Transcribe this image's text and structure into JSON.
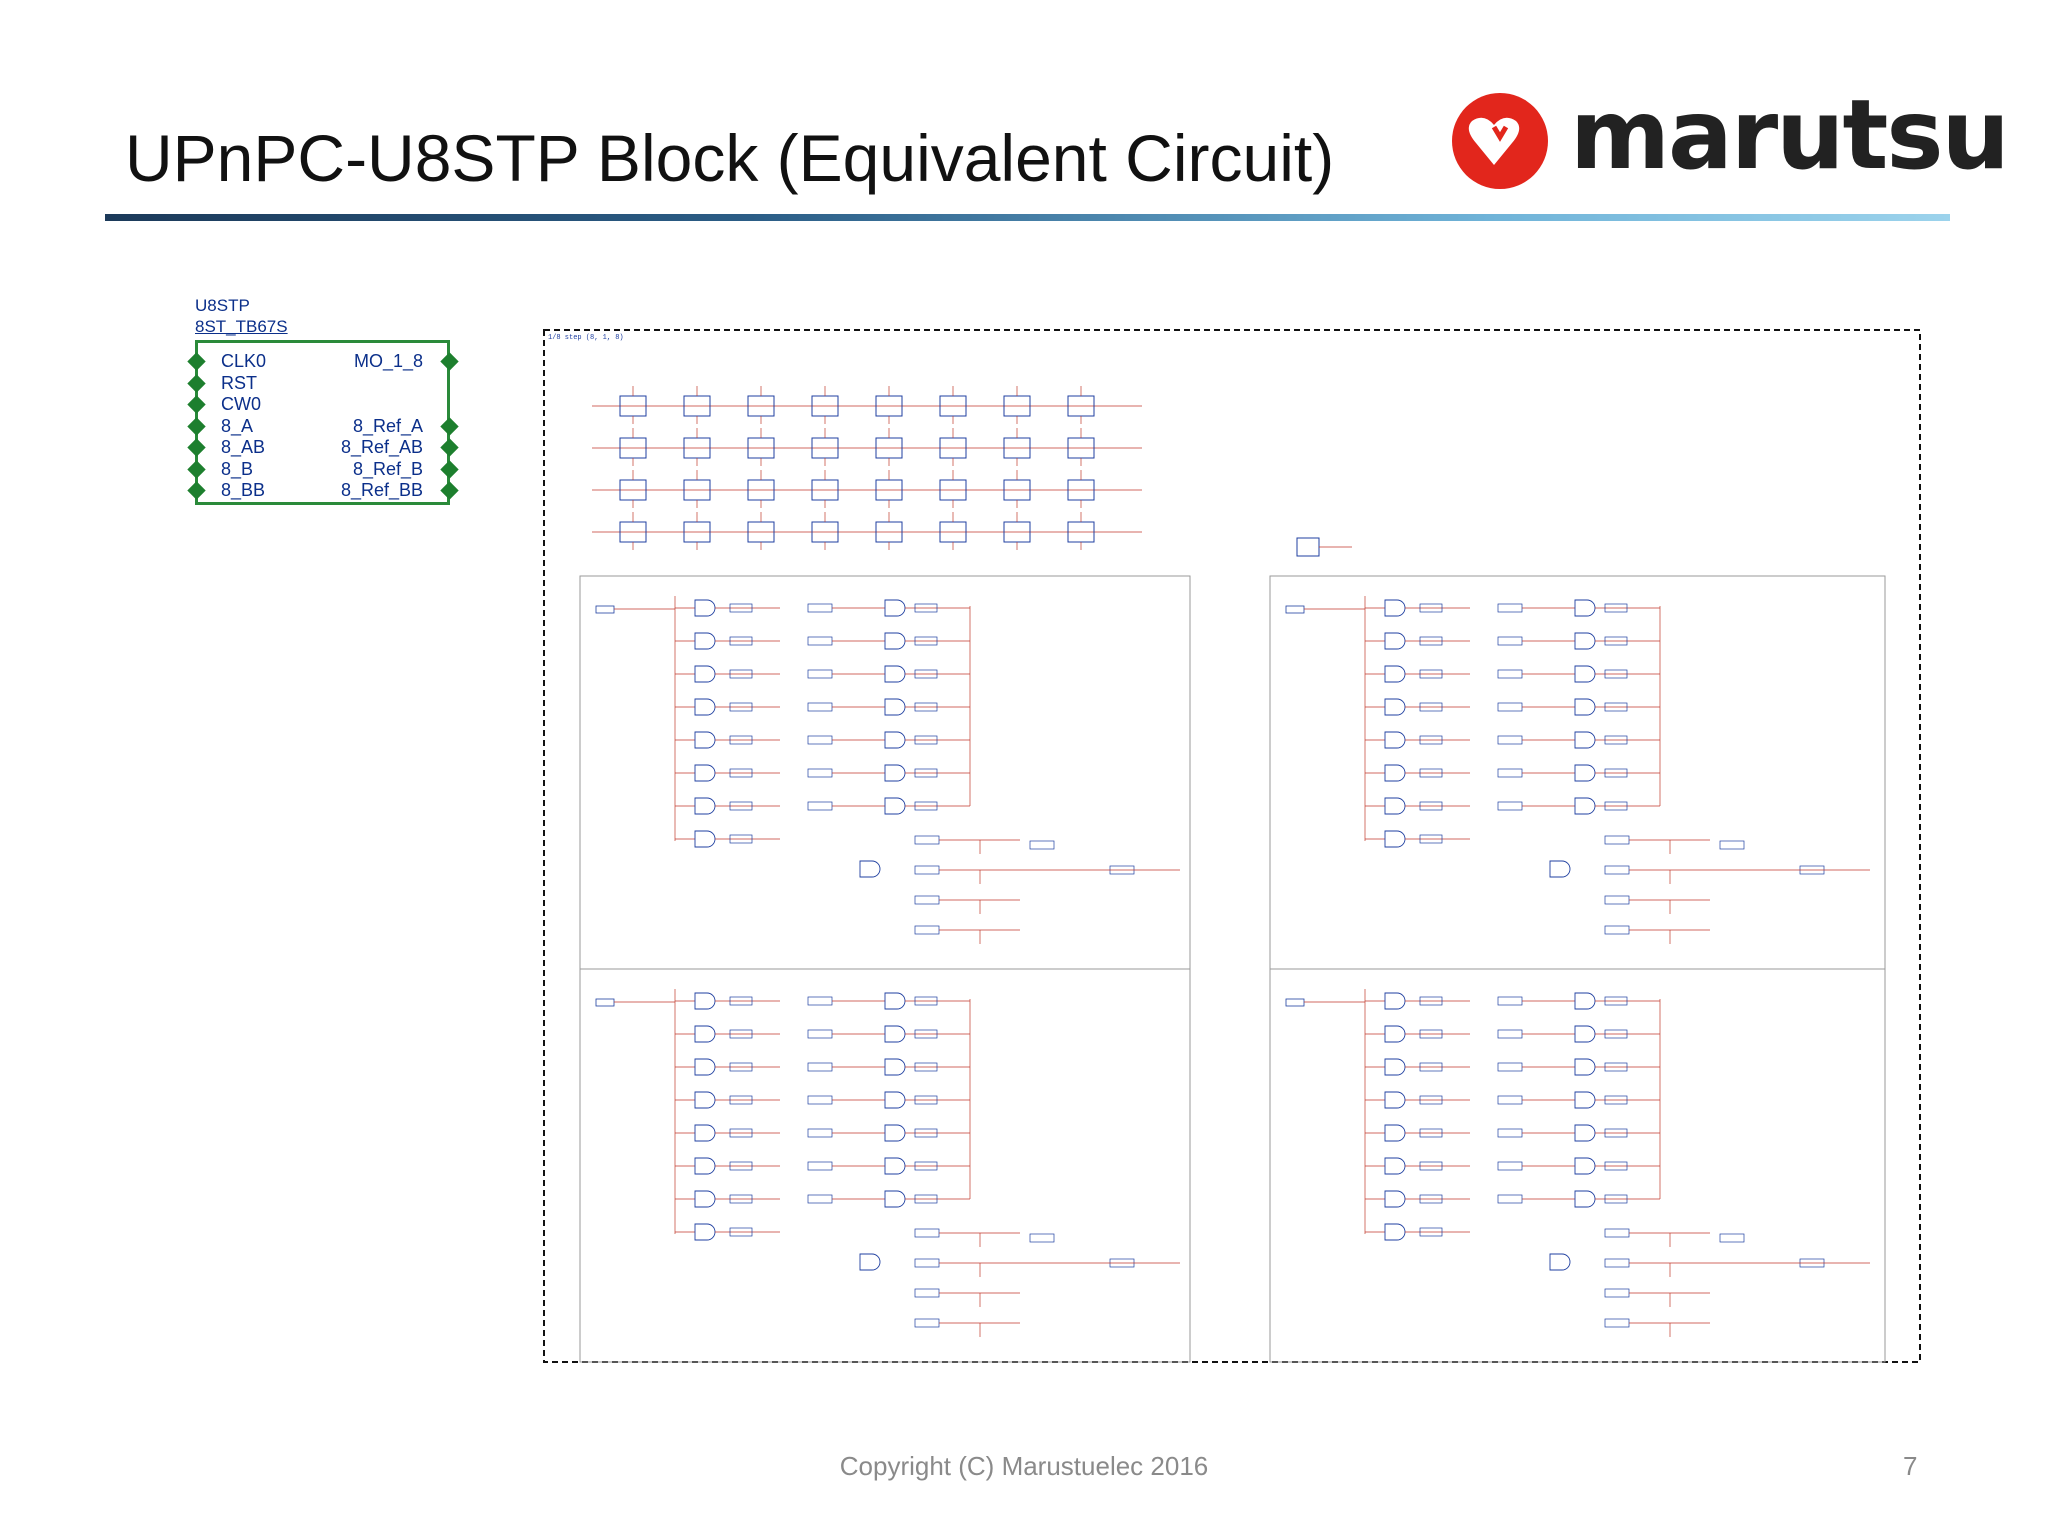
{
  "slide": {
    "title": "UPnPC-U8STP Block (Equivalent Circuit)",
    "logo_text": "marutsu",
    "footer": "Copyright (C) Marustuelec 2016",
    "page_number": "7"
  },
  "symbol": {
    "ref": "U8STP",
    "part": "8ST_TB67S",
    "left_pins": [
      "CLK0",
      "RST",
      "CW0",
      "8_A",
      "8_AB",
      "8_B",
      "8_BB"
    ],
    "right_pins": [
      "MO_1_8",
      "8_Ref_A",
      "8_Ref_AB",
      "8_Ref_B",
      "8_Ref_BB"
    ]
  },
  "schematic": {
    "header": "1/8 step (8, 1, 8)"
  },
  "colors": {
    "pin_text": "#0b2f8a",
    "symbol_border": "#2a8a3a",
    "wire": "#c0392b",
    "component": "#1f3fa0",
    "logo_red": "#e2261c"
  }
}
